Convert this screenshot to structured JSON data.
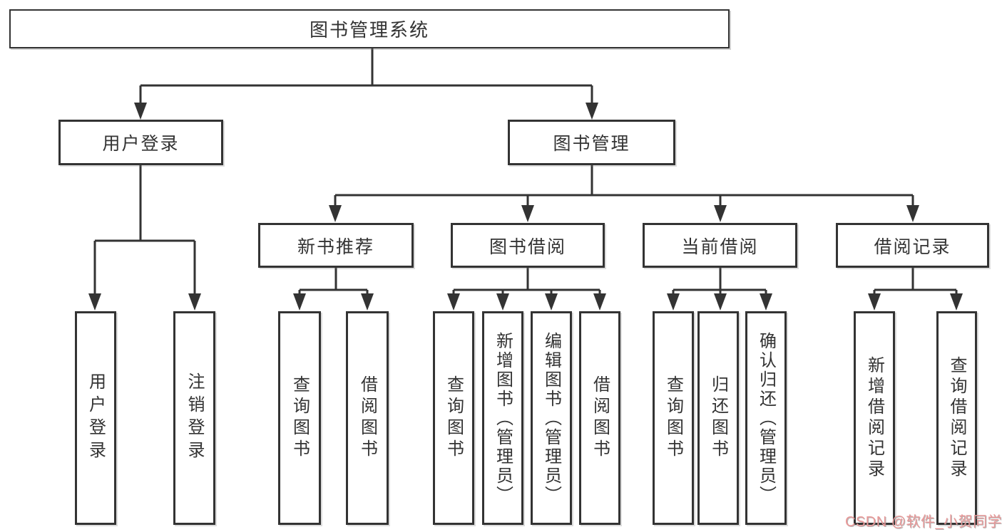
{
  "diagram": {
    "title": "图书管理系统",
    "colors": {
      "line": "#333333",
      "text": "#333333",
      "background": "#ffffff",
      "watermark": "#e99898"
    },
    "root": {
      "label": "图书管理系统"
    },
    "level2": [
      {
        "id": "user-login",
        "label": "用户登录"
      },
      {
        "id": "book-management",
        "label": "图书管理"
      }
    ],
    "level3": [
      {
        "id": "new-book-recommendation",
        "label": "新书推荐"
      },
      {
        "id": "book-borrowing",
        "label": "图书借阅"
      },
      {
        "id": "current-borrowing",
        "label": "当前借阅"
      },
      {
        "id": "borrowing-records",
        "label": "借阅记录"
      }
    ],
    "leaves": [
      {
        "parent": "user-login",
        "label": "用户登录"
      },
      {
        "parent": "user-login",
        "label": "注销登录"
      },
      {
        "parent": "new-book-recommendation",
        "label": "查询图书"
      },
      {
        "parent": "new-book-recommendation",
        "label": "借阅图书"
      },
      {
        "parent": "book-borrowing",
        "label": "查询图书"
      },
      {
        "parent": "book-borrowing",
        "label": "新增图书（管理员）"
      },
      {
        "parent": "book-borrowing",
        "label": "编辑图书（管理员）"
      },
      {
        "parent": "book-borrowing",
        "label": "借阅图书"
      },
      {
        "parent": "current-borrowing",
        "label": "查询图书"
      },
      {
        "parent": "current-borrowing",
        "label": "归还图书"
      },
      {
        "parent": "current-borrowing",
        "label": "确认归还（管理员）"
      },
      {
        "parent": "borrowing-records",
        "label": "新增借阅记录"
      },
      {
        "parent": "borrowing-records",
        "label": "查询借阅记录"
      }
    ],
    "watermark": {
      "text": "CSDN @软件_小贺同学"
    }
  }
}
